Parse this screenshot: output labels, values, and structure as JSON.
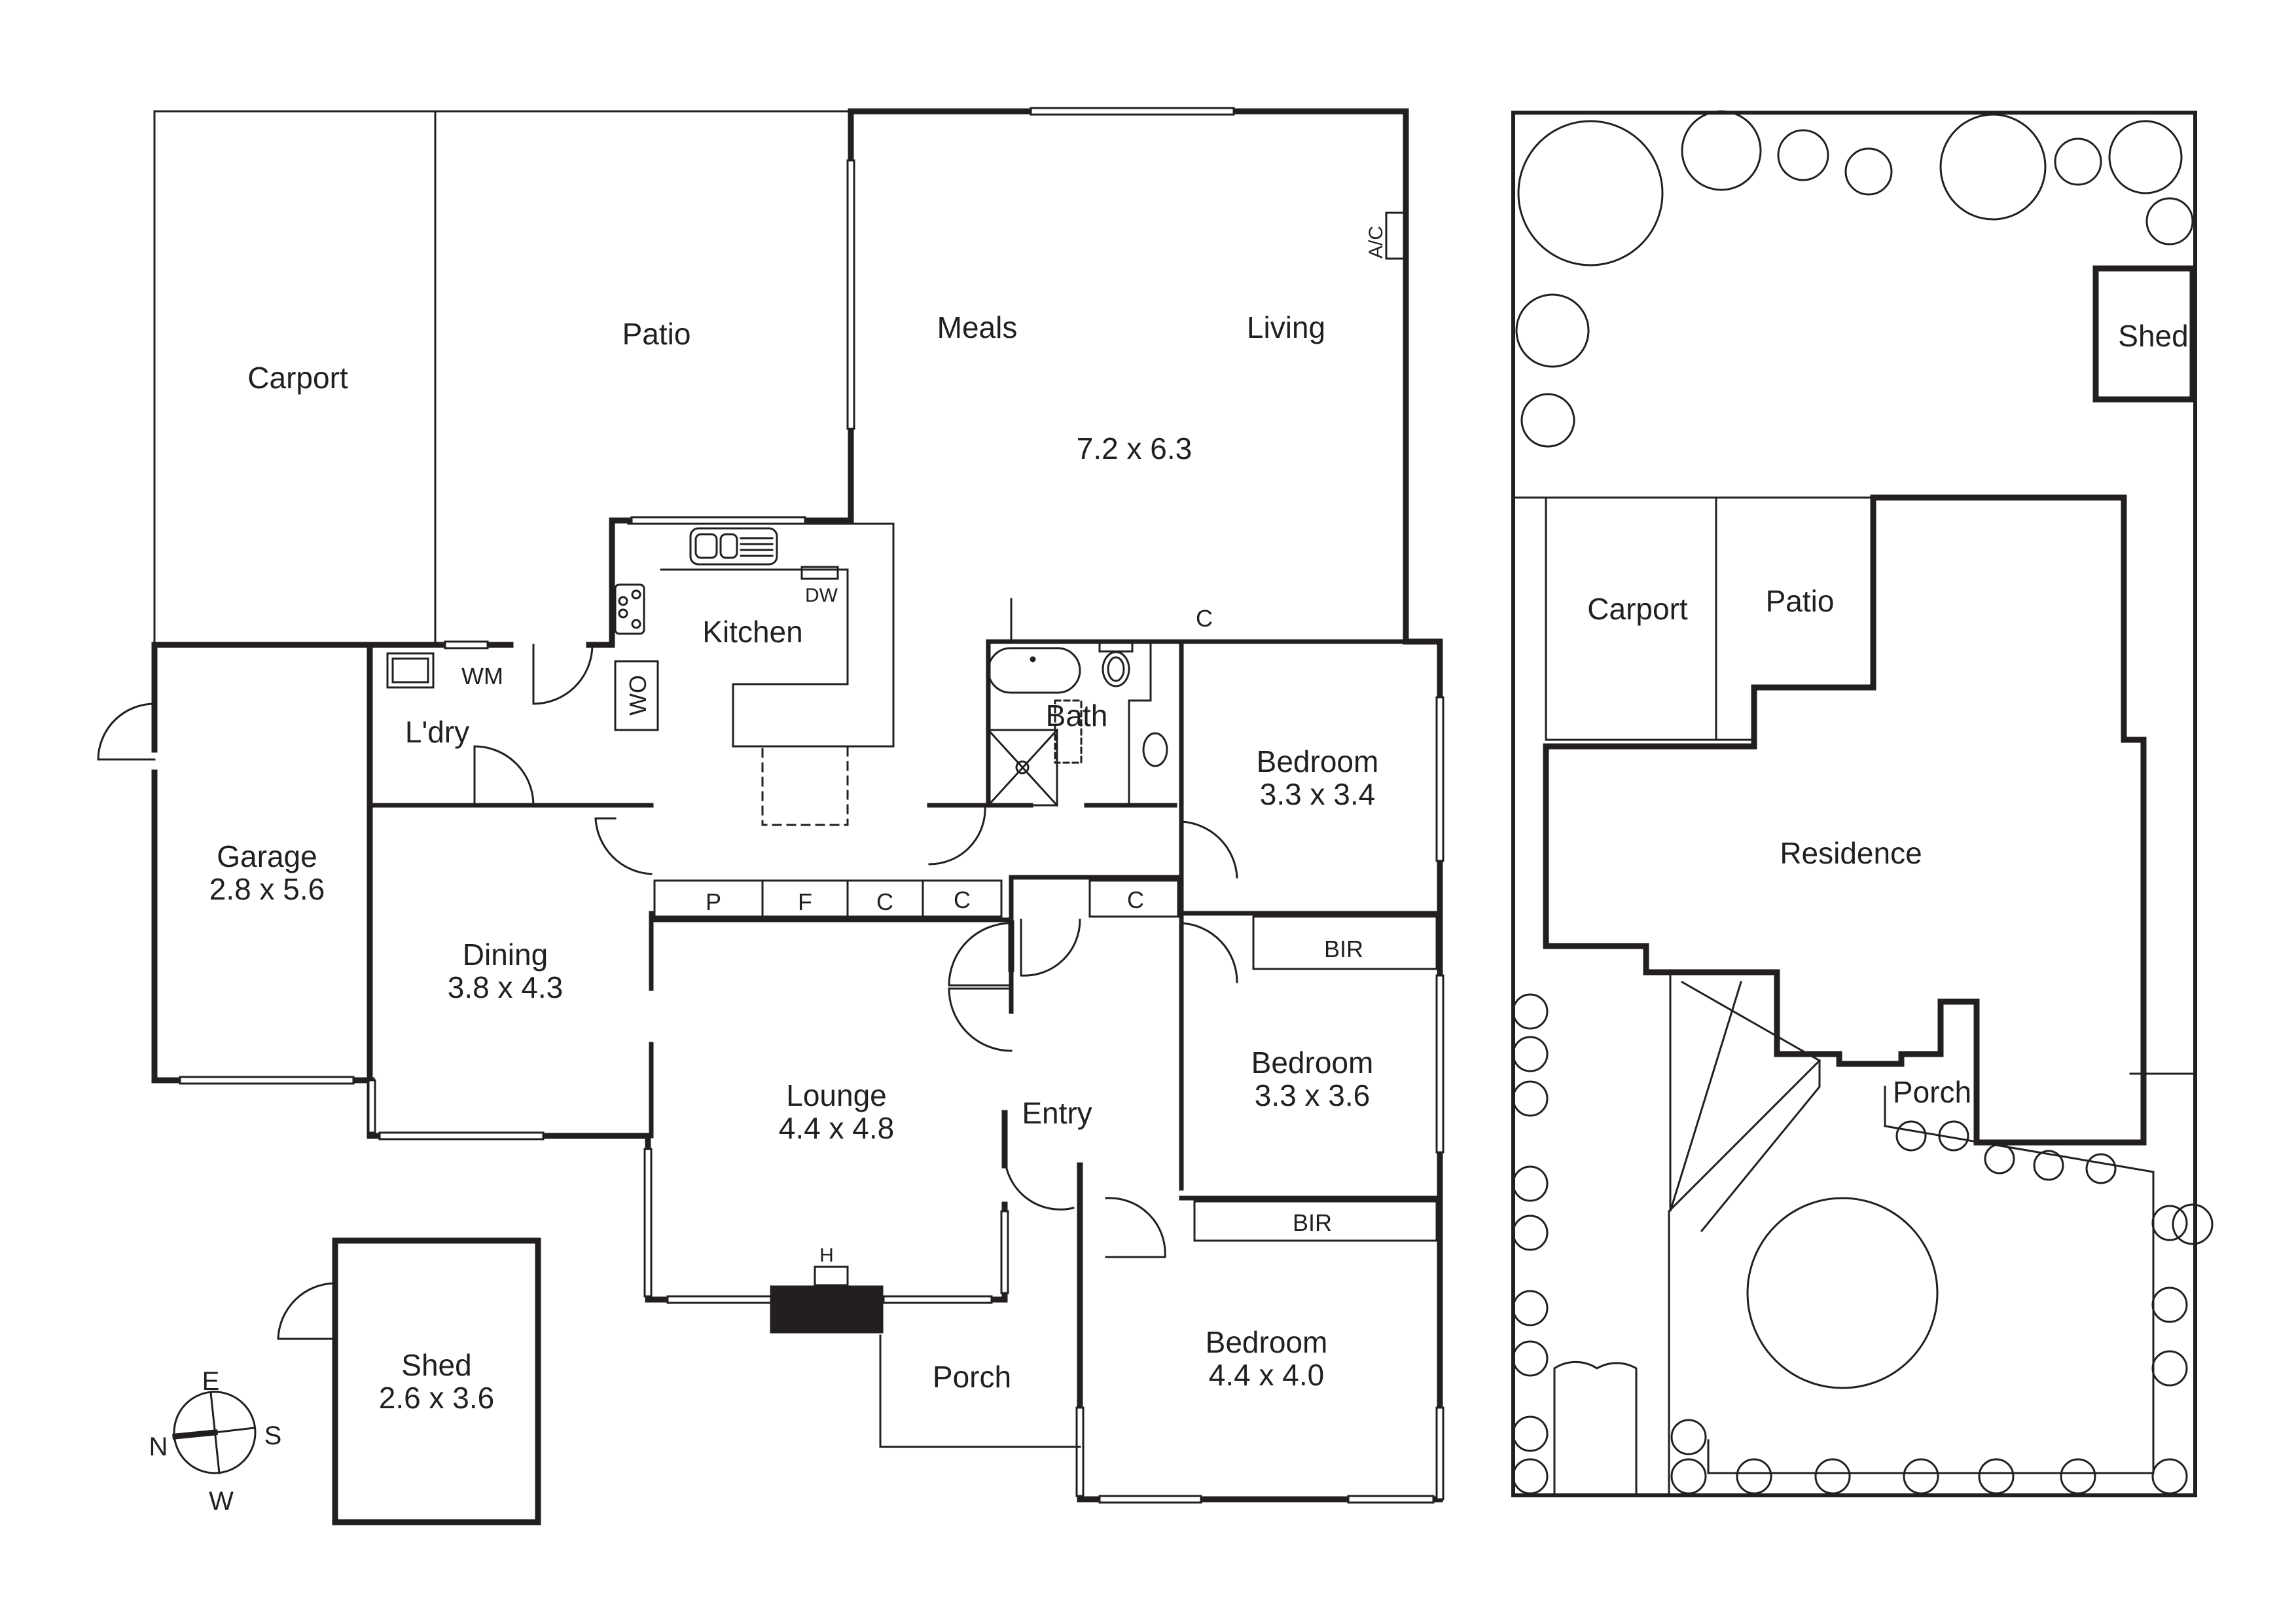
{
  "floorplan": {
    "rooms": [
      {
        "id": "carport",
        "name": "Carport",
        "dims": ""
      },
      {
        "id": "patio",
        "name": "Patio",
        "dims": ""
      },
      {
        "id": "meals",
        "name": "Meals",
        "dims": ""
      },
      {
        "id": "living",
        "name": "Living",
        "dims": "7.2 x 6.3"
      },
      {
        "id": "kitchen",
        "name": "Kitchen",
        "dims": ""
      },
      {
        "id": "laundry",
        "name": "L'dry",
        "dims": ""
      },
      {
        "id": "garage",
        "name": "Garage",
        "dims": "2.8 x 5.6"
      },
      {
        "id": "dining",
        "name": "Dining",
        "dims": "3.8 x 4.3"
      },
      {
        "id": "lounge",
        "name": "Lounge",
        "dims": "4.4 x 4.8"
      },
      {
        "id": "entry",
        "name": "Entry",
        "dims": ""
      },
      {
        "id": "bath",
        "name": "Bath",
        "dims": ""
      },
      {
        "id": "bedroom1",
        "name": "Bedroom",
        "dims": "3.3 x 3.4"
      },
      {
        "id": "bedroom2",
        "name": "Bedroom",
        "dims": "3.3 x 3.6"
      },
      {
        "id": "bedroom3",
        "name": "Bedroom",
        "dims": "4.4 x 4.0"
      },
      {
        "id": "porch",
        "name": "Porch",
        "dims": ""
      },
      {
        "id": "shed",
        "name": "Shed",
        "dims": "2.6 x 3.6"
      }
    ],
    "fixtures": {
      "ac": "A/C",
      "dw": "DW",
      "wo": "WO",
      "wm": "WM",
      "p": "P",
      "f": "F",
      "c": "C",
      "bir": "BIR",
      "h": "H"
    }
  },
  "compass": {
    "n": "N",
    "e": "E",
    "s": "S",
    "w": "W"
  },
  "siteplan": {
    "labels": {
      "shed": "Shed",
      "carport": "Carport",
      "patio": "Patio",
      "residence": "Residence",
      "porch": "Porch"
    }
  }
}
